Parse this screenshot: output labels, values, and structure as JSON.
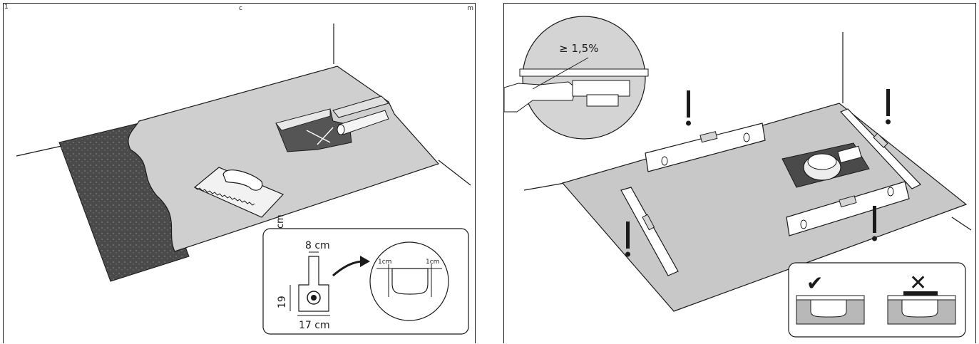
{
  "left_panel": {
    "corner_labels": {
      "top_left": "1",
      "top_center": "c",
      "top_right": "m"
    },
    "side_label": "cm",
    "inset": {
      "width_top": "8 cm",
      "width_bottom": "17 cm",
      "height": "19",
      "gap_left": "1cm",
      "gap_right": "1cm"
    }
  },
  "right_panel": {
    "slope": "≥ 1,5%",
    "check_ok_mark": "✔",
    "check_bad_mark": "✕"
  },
  "colors": {
    "line": "#1a1a1a",
    "floor_gray": "#c8c8c8",
    "mortar_dark": "#4a4a4a",
    "inset_bg": "#ffffff",
    "magnifier_bg": "#d4d4d4"
  }
}
